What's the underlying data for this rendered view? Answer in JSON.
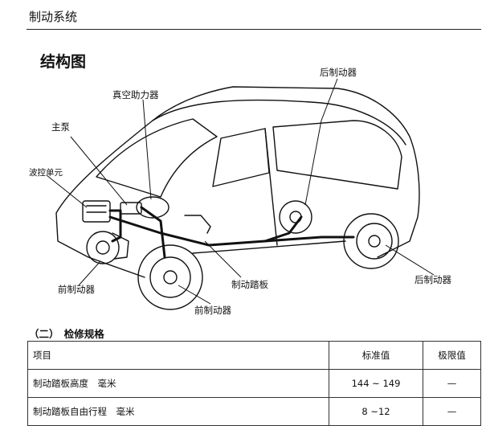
{
  "header": {
    "section_title": "制动系统"
  },
  "figure": {
    "title": "结构图",
    "labels": {
      "rear_brake_top": "后制动器",
      "booster": "真空助力器",
      "master_cylinder": "主泵",
      "abs_unit": "波控单元",
      "front_brake_left": "前制动器",
      "brake_pedal": "制动踏板",
      "front_brake_bottom": "前制动器",
      "rear_brake_right": "后制动器"
    }
  },
  "specs": {
    "section_label": "（二）　检修规格",
    "columns": [
      "项目",
      "标准值",
      "极限值"
    ],
    "rows": [
      [
        "制动踏板高度　毫米",
        "144 ~ 149",
        "—"
      ],
      [
        "制动踏板自由行程　毫米",
        "8 ~12",
        "—"
      ]
    ]
  }
}
